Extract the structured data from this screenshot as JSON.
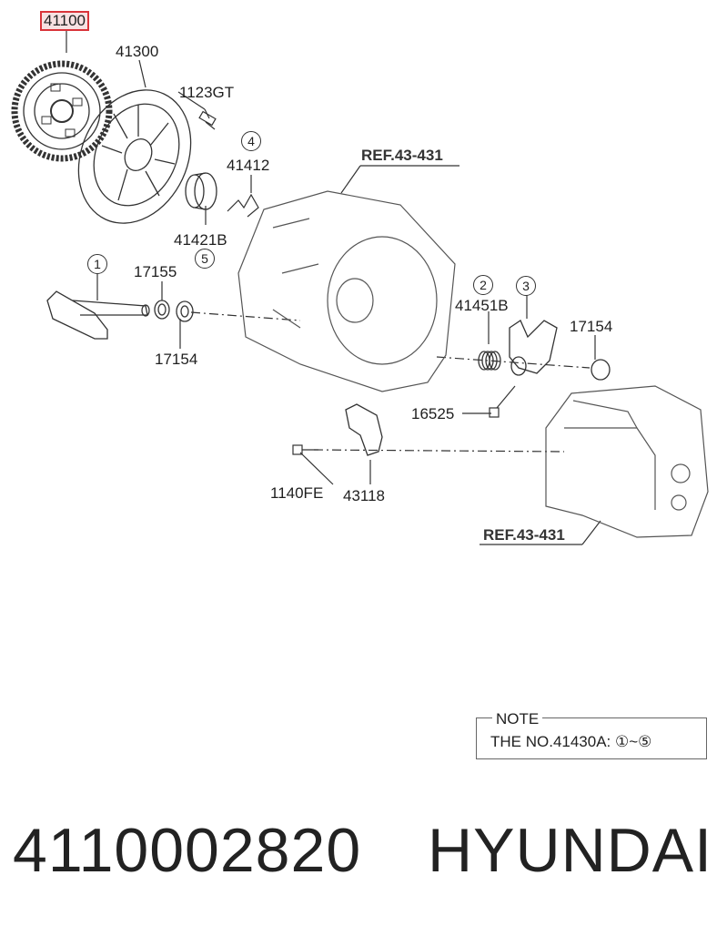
{
  "labels": {
    "p41100": "41100",
    "p41300": "41300",
    "p1123GT": "1123GT",
    "p41412": "41412",
    "p41421B": "41421B",
    "p17155": "17155",
    "p17154a": "17154",
    "p17154b": "17154",
    "p41451B": "41451B",
    "p16525": "16525",
    "p1140FE": "1140FE",
    "p43118": "43118",
    "ref_top": "REF.43-431",
    "ref_bottom": "REF.43-431"
  },
  "circled": {
    "c1": "1",
    "c2": "2",
    "c3": "3",
    "c4": "4",
    "c5": "5"
  },
  "note": {
    "title": "NOTE",
    "text": "THE NO.41430A: ①~⑤"
  },
  "footer": {
    "part_number": "4110002820",
    "brand": "HYUNDAI"
  },
  "highlight_color": "#d9343a"
}
